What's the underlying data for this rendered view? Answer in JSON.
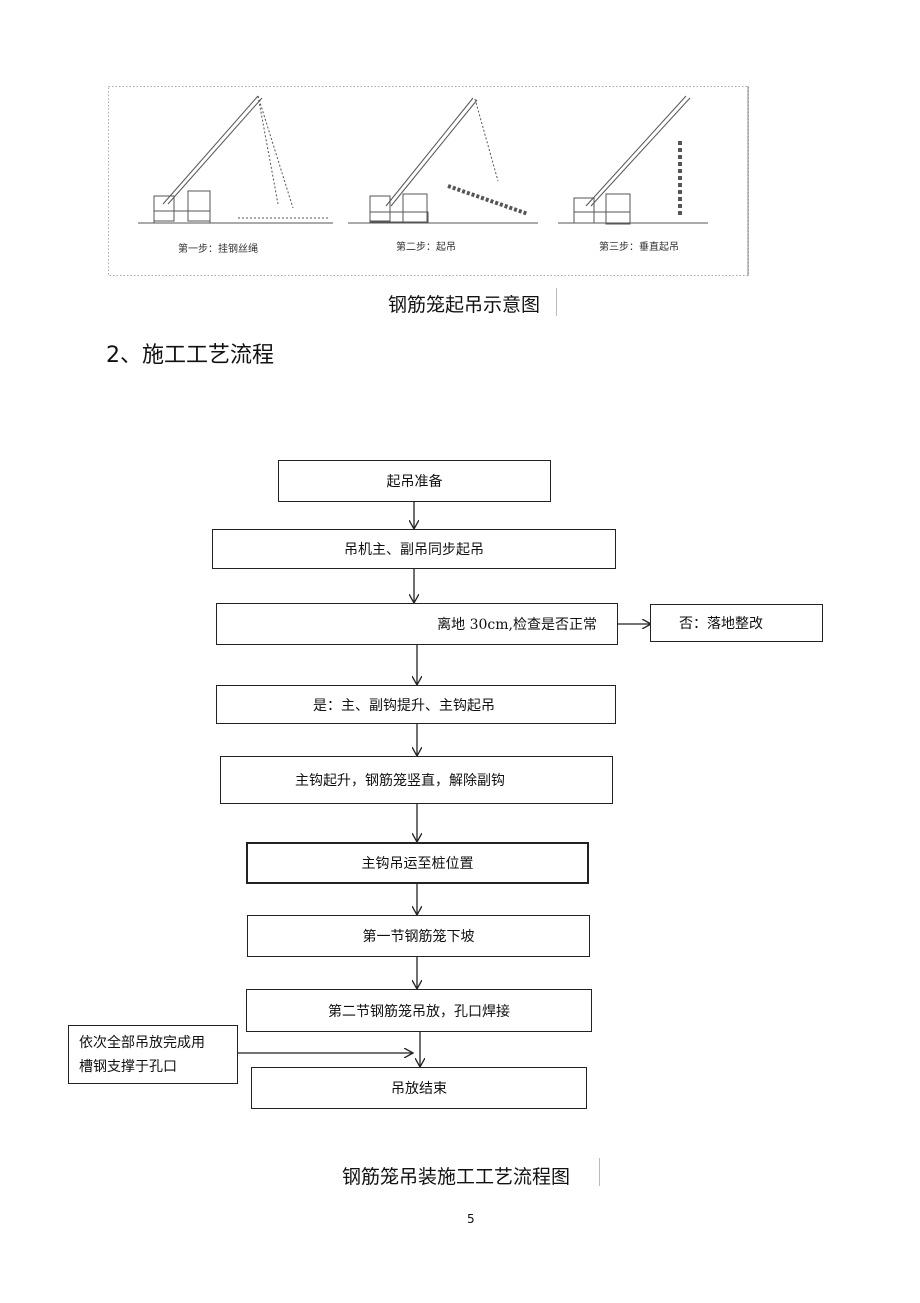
{
  "crane_figure": {
    "steps": [
      "第一步：挂钢丝绳",
      "第二步：起吊",
      "第三步：垂直起吊"
    ],
    "caption": "钢筋笼起吊示意图"
  },
  "section": {
    "heading": "2、施工工艺流程"
  },
  "flowchart": {
    "steps": [
      "起吊准备",
      "吊机主、副吊同步起吊",
      "离地 30cm,检查是否正常",
      "是：主、副钩提升、主钩起吊",
      "主钩起升，钢筋笼竖直，解除副钩",
      "主钩吊运至桩位置",
      "第一节钢筋笼下坡",
      "第二节钢筋笼吊放，孔口焊接",
      "吊放结束"
    ],
    "branch_no": "否：落地整改",
    "side_note_line1": "依次全部吊放完成用",
    "side_note_line2": "槽钢支撑于孔口",
    "caption": "钢筋笼吊装施工工艺流程图"
  },
  "page_number": "5"
}
